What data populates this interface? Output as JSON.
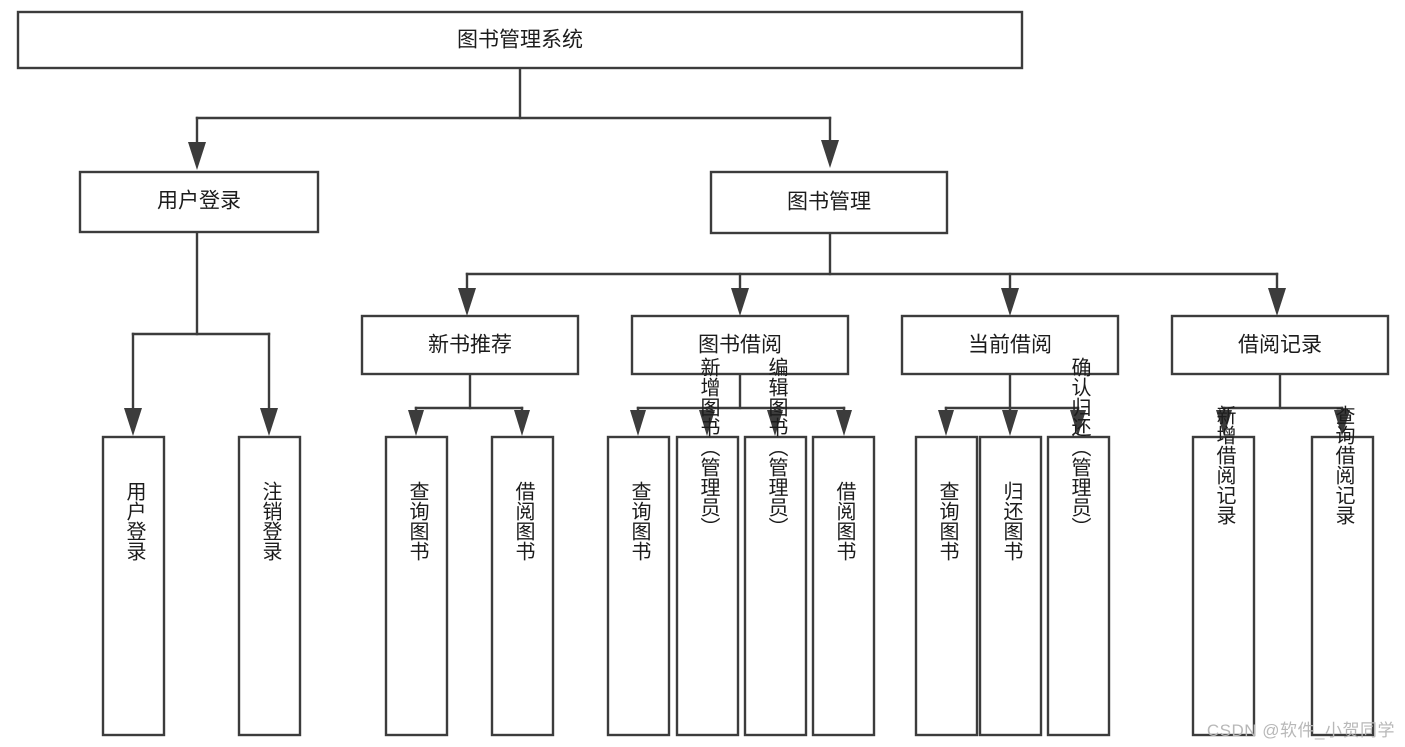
{
  "diagram": {
    "title": "图书管理系统",
    "type": "tree-hierarchy",
    "background_color": "#ffffff",
    "node_fill": "#ffffff",
    "node_stroke": "#3c3c3c",
    "connector_color": "#3c3c3c",
    "text_color": "#1c1c1c"
  },
  "nodes": {
    "root": {
      "label": "图书管理系统",
      "orientation": "horizontal"
    },
    "level2": [
      {
        "label": "用户登录",
        "orientation": "horizontal"
      },
      {
        "label": "图书管理",
        "orientation": "horizontal"
      }
    ],
    "level3": [
      {
        "label": "新书推荐",
        "orientation": "horizontal"
      },
      {
        "label": "图书借阅",
        "orientation": "horizontal"
      },
      {
        "label": "当前借阅",
        "orientation": "horizontal"
      },
      {
        "label": "借阅记录",
        "orientation": "horizontal"
      }
    ],
    "leaves_user_login": [
      {
        "label": "用户登录",
        "orientation": "vertical"
      },
      {
        "label": "注销登录",
        "orientation": "vertical"
      }
    ],
    "leaves_new_book": [
      {
        "label": "查询图书",
        "orientation": "vertical"
      },
      {
        "label": "借阅图书",
        "orientation": "vertical"
      }
    ],
    "leaves_borrow": [
      {
        "label": "查询图书",
        "orientation": "vertical"
      },
      {
        "label": "新增图书（管理员）",
        "orientation": "vertical"
      },
      {
        "label": "编辑图书（管理员）",
        "orientation": "vertical"
      },
      {
        "label": "借阅图书",
        "orientation": "vertical"
      }
    ],
    "leaves_current": [
      {
        "label": "查询图书",
        "orientation": "vertical"
      },
      {
        "label": "归还图书",
        "orientation": "vertical"
      },
      {
        "label": "确认归还（管理员）",
        "orientation": "vertical"
      }
    ],
    "leaves_records": [
      {
        "label": "新增借阅记录",
        "orientation": "vertical"
      },
      {
        "label": "查询借阅记录",
        "orientation": "vertical"
      }
    ]
  },
  "watermark": {
    "text": "CSDN @软件_小贺同学"
  }
}
